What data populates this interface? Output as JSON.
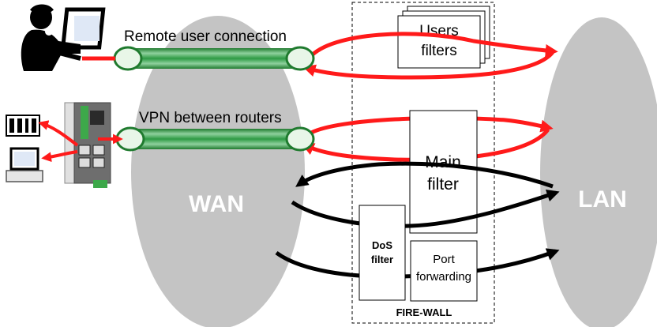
{
  "labels": {
    "remote_user_connection": "Remote user connection",
    "vpn_between_routers": "VPN between routers",
    "wan": "WAN",
    "lan": "LAN",
    "users_filters_line1": "Users",
    "users_filters_line2": "filters",
    "main_filter_line1": "Main",
    "main_filter_line2": "filter",
    "dos_filter_line1": "DoS",
    "dos_filter_line2": "filter",
    "port_forwarding_line1": "Port",
    "port_forwarding_line2": "forwarding",
    "firewall": "FIRE-WALL"
  },
  "icons": {
    "remote_user": "person-at-computer-icon",
    "router": "router-device-icon",
    "plc": "plc-rack-icon",
    "workstation": "desktop-computer-icon"
  },
  "colors": {
    "cloud": "#c4c4c4",
    "tunnel": "#1f7a2e",
    "tunnel_light": "#8fd19e",
    "red_arrow": "#ff1a1a",
    "black_arrow": "#000000"
  }
}
